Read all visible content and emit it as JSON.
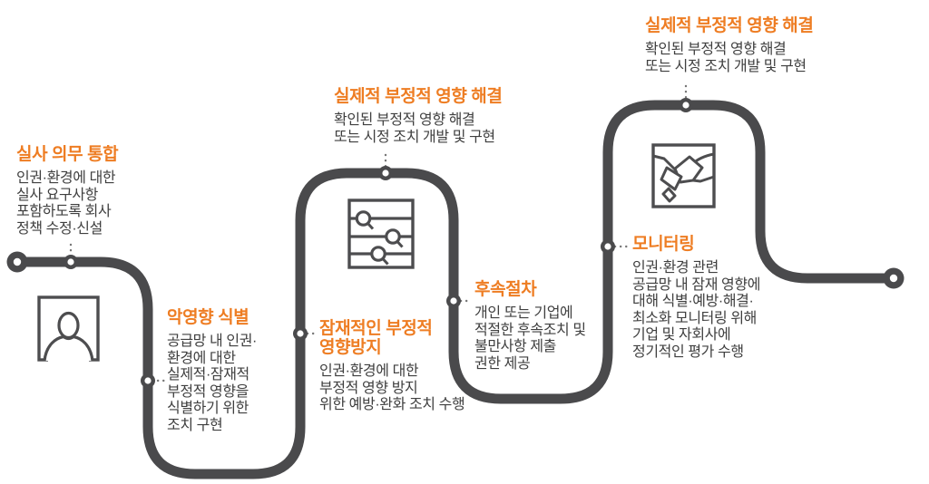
{
  "diagram": {
    "type": "process-roadmap",
    "language": "ko",
    "colors": {
      "accent": "#EE7D23",
      "path": "#4A4A4C",
      "body_text": "#3F3F3F",
      "leader_dots": "#777777",
      "background": "#FFFFFF"
    },
    "steps": [
      {
        "title": "실사 의무 통합",
        "body": "인권·환경에 대한\n실사 요구사항\n포함하도록 회사\n정책 수정·신설"
      },
      {
        "title": "악영향 식별",
        "body": "공급망 내 인권·\n환경에 대한\n실제적·잠재적\n부정적 영향을\n식별하기 위한\n조치 구현"
      },
      {
        "title": "잠재적인 부정적\n영향방지",
        "body": "인권·환경에 대한\n부정적 영향 방지\n위한 예방·완화 조치 수행"
      },
      {
        "title": "실제적 부정적 영향 해결",
        "body": "확인된 부정적 영향 해결\n또는 시정 조치 개발 및 구현"
      },
      {
        "title": "후속절차",
        "body": "개인 또는 기업에\n적절한 후속조치 및\n불만사항 제출\n권한 제공"
      },
      {
        "title": "모니터링",
        "body": "인권·환경 관련\n공급망 내 잠재 영향에\n대해 식별·예방·해결·\n최소화 모니터링 위해\n기업 및 자회사에\n정기적인 평가 수행"
      },
      {
        "title": "실제적 부정적 영향 해결",
        "body": "확인된 부정적 영향 해결\n또는 시정 조치 개발 및 구현"
      }
    ],
    "icons": [
      {
        "name": "person-icon"
      },
      {
        "name": "sliders-icon"
      },
      {
        "name": "handshake-icon"
      }
    ]
  }
}
